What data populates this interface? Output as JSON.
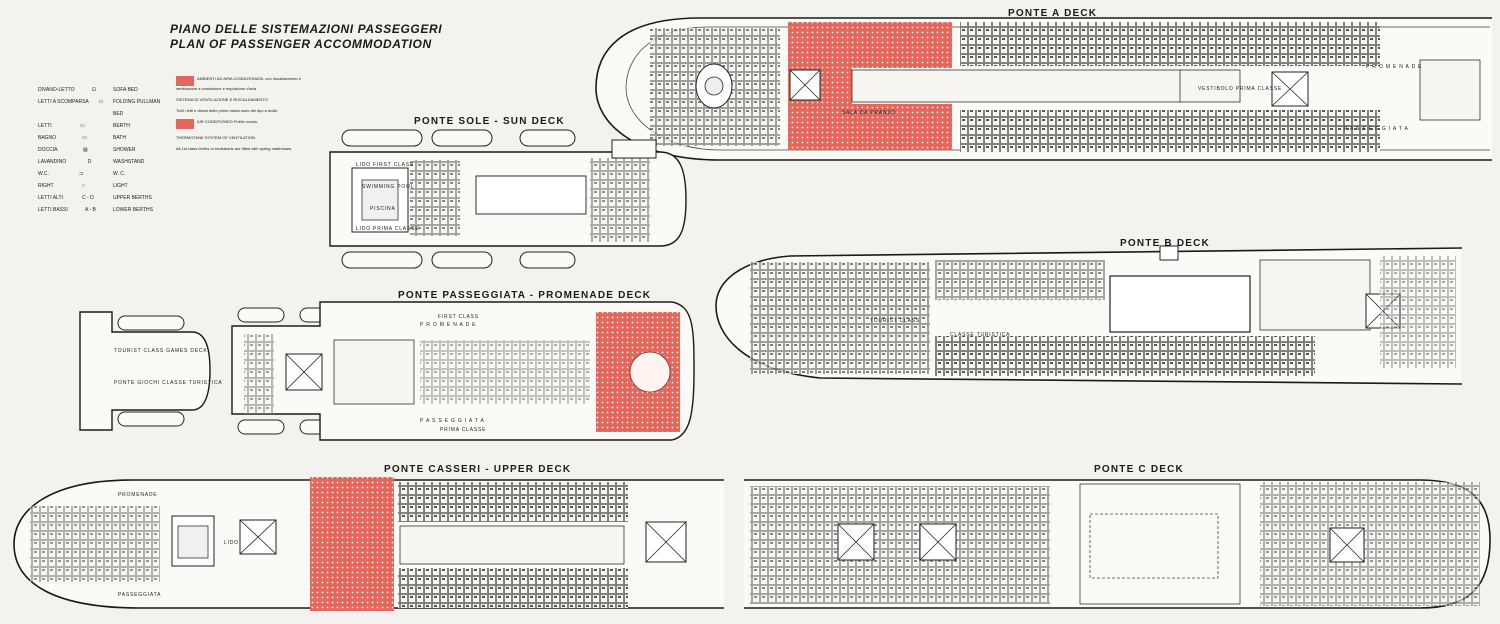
{
  "header": {
    "title_it": "PIANO DELLE SISTEMAZIONI PASSEGGERI",
    "title_en": "PLAN OF PASSENGER ACCOMMODATION"
  },
  "decks": {
    "a": "PONTE   A   DECK",
    "b": "PONTE   B   DECK",
    "c": "PONTE   C   DECK",
    "sun": "PONTE  SOLE  -  SUN  DECK",
    "promenade": "PONTE  PASSEGGIATA - PROMENADE  DECK",
    "upper": "PONTE  CASSERI - UPPER  DECK"
  },
  "legend": [
    {
      "it": "DIVANO-LETTO",
      "sym": "⊡",
      "en": "SOFA BED"
    },
    {
      "it": "LETTI A SCOMPARSA",
      "sym": "▭",
      "en": "FOLDING PULLMAN BED"
    },
    {
      "it": "LETTI",
      "sym": "▭",
      "en": "BERTH"
    },
    {
      "it": "BAGNO",
      "sym": "▭",
      "en": "BATH"
    },
    {
      "it": "DOCCIA",
      "sym": "▨",
      "en": "SHOWER"
    },
    {
      "it": "LAVANDINO",
      "sym": "D",
      "en": "WASHSTAND"
    },
    {
      "it": "W.C.",
      "sym": "⊐",
      "en": "W. C."
    },
    {
      "it": "RIGHT",
      "sym": "○",
      "en": "LIGHT"
    },
    {
      "it": "LETTI ALTI",
      "sym": "C - D",
      "en": "UPPER BERTHS"
    },
    {
      "it": "LETTI BASSI",
      "sym": "A - B",
      "en": "LOWER BERTHS"
    }
  ],
  "notes": {
    "it_1": "AMBIENTI AD ARIA CONDIZIONATA, con riscaldamento e ventilazione a immissione e espulsione d'aria.",
    "it_2": "SISTEMA DI VENTILAZIONE E RISCALDAMENTO",
    "it_3": "Tutti i letti e divani delle prime classi sono del tipo a molle.",
    "en_1": "AIR CONDITIONED Public rooms.",
    "en_2": "THERMOTANK SYSTEM OF VENTILATION.",
    "en_3": "All 1st class berths or bedsteads are fitted with spring mattresses."
  },
  "labels": {
    "lido_first": "LIDO FIRST CLASS",
    "lido_prima": "LIDO PRIMA CLASSE",
    "swimming_pool": "SWIMMING POOL",
    "piscina": "PISCINA",
    "tourist_games": "TOURIST CLASS GAMES DECK",
    "ponte_giochi": "PONTE GIOCHI CLASSE TURISTICA",
    "promenade_top": "P R O M E N A D E",
    "passeggiata": "P A S S E G G I A T A",
    "prima_classe": "PRIMA CLASSE",
    "first_class": "FIRST CLASS",
    "tourist_class": "TOURIST CLASS",
    "classe_turistica": "CLASSE TURISTICA",
    "promenade_a": "P R O M E N A D E",
    "passeggiata_a": "P A S S E G G I A T A",
    "sala_da_pranzo": "SALA DA PRANZO",
    "vestibolo": "VESTIBOLO PRIMA CLASSE",
    "passeggiata_upper": "PASSEGGIATA",
    "promenade_upper": "PROMENADE",
    "lido_upper": "LIDO"
  },
  "colors": {
    "accent": "#e2685e",
    "ink": "#1b1b1b",
    "paper": "#f3f2ee"
  }
}
